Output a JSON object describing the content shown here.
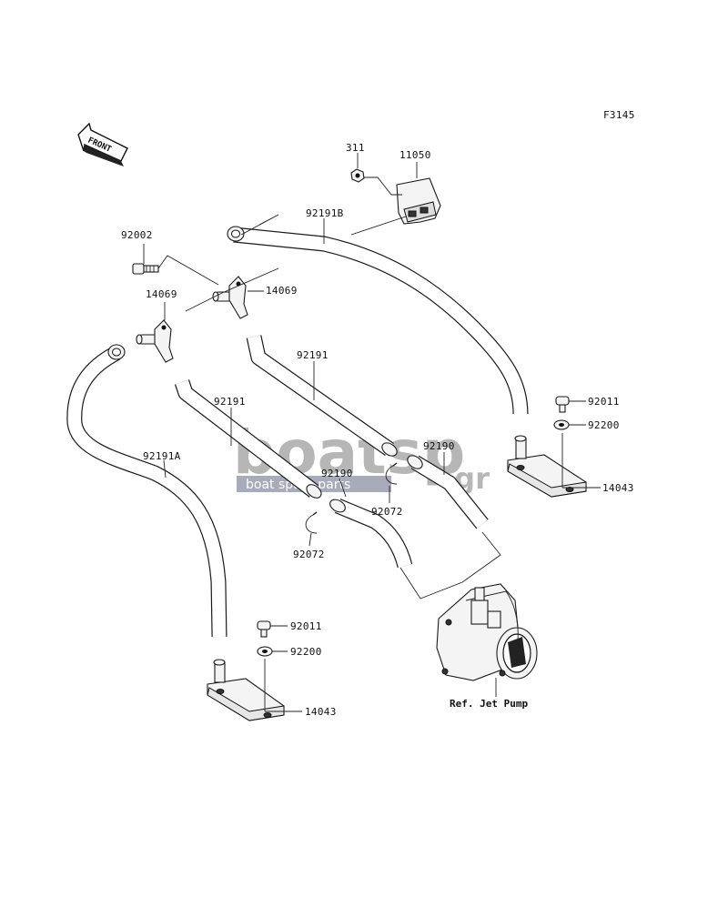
{
  "figure_code": "F3145",
  "front_marker": "FRONT",
  "reference": "Ref. Jet Pump",
  "watermark": {
    "brand_main": "boatsp",
    "brand_tld": ".gr",
    "tagline": "boat spare parts"
  },
  "callouts": {
    "c311": "311",
    "c11050": "11050",
    "c92191B": "92191B",
    "c92002": "92002",
    "c14069_left": "14069",
    "c14069_right": "14069",
    "c92191_upper": "92191",
    "c92191_lower": "92191",
    "c92191A": "92191A",
    "c92190_right": "92190",
    "c92190_left": "92190",
    "c92072_right": "92072",
    "c92072_left": "92072",
    "c92011_right": "92011",
    "c92200_right": "92200",
    "c14043_right": "14043",
    "c92011_left": "92011",
    "c92200_left": "92200",
    "c14043_left": "14043"
  }
}
